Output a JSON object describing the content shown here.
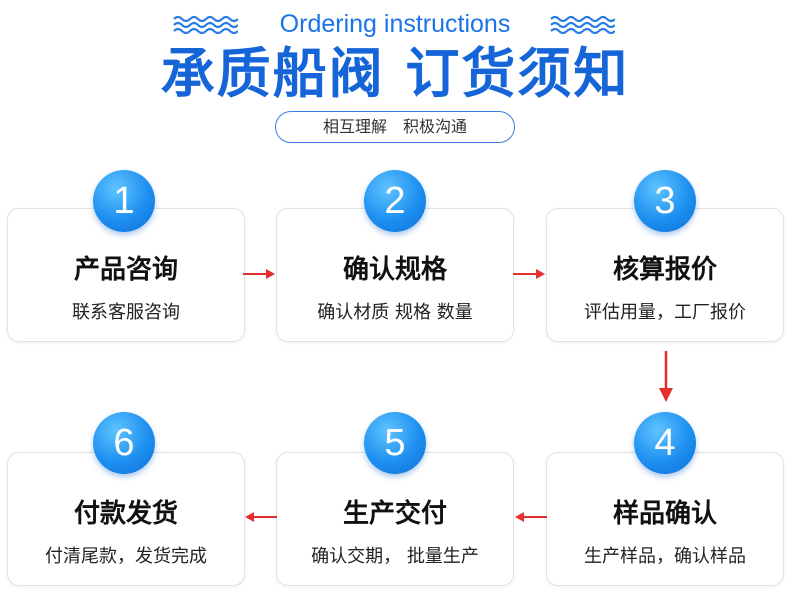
{
  "header": {
    "subtitle_en": "Ordering instructions",
    "title_cn": "承质船阀 订货须知",
    "slogan": "相互理解　积极沟通"
  },
  "colors": {
    "accent_blue": "#1565d8",
    "arrow_red": "#e53030"
  },
  "steps": [
    {
      "number": "1",
      "title": "产品咨询",
      "desc": "联系客服咨询"
    },
    {
      "number": "2",
      "title": "确认规格",
      "desc": "确认材质 规格 数量"
    },
    {
      "number": "3",
      "title": "核算报价",
      "desc": "评估用量，工厂报价"
    },
    {
      "number": "4",
      "title": "样品确认",
      "desc": "生产样品，确认样品"
    },
    {
      "number": "5",
      "title": "生产交付",
      "desc": "确认交期， 批量生产"
    },
    {
      "number": "6",
      "title": "付款发货",
      "desc": "付清尾款，发货完成"
    }
  ]
}
